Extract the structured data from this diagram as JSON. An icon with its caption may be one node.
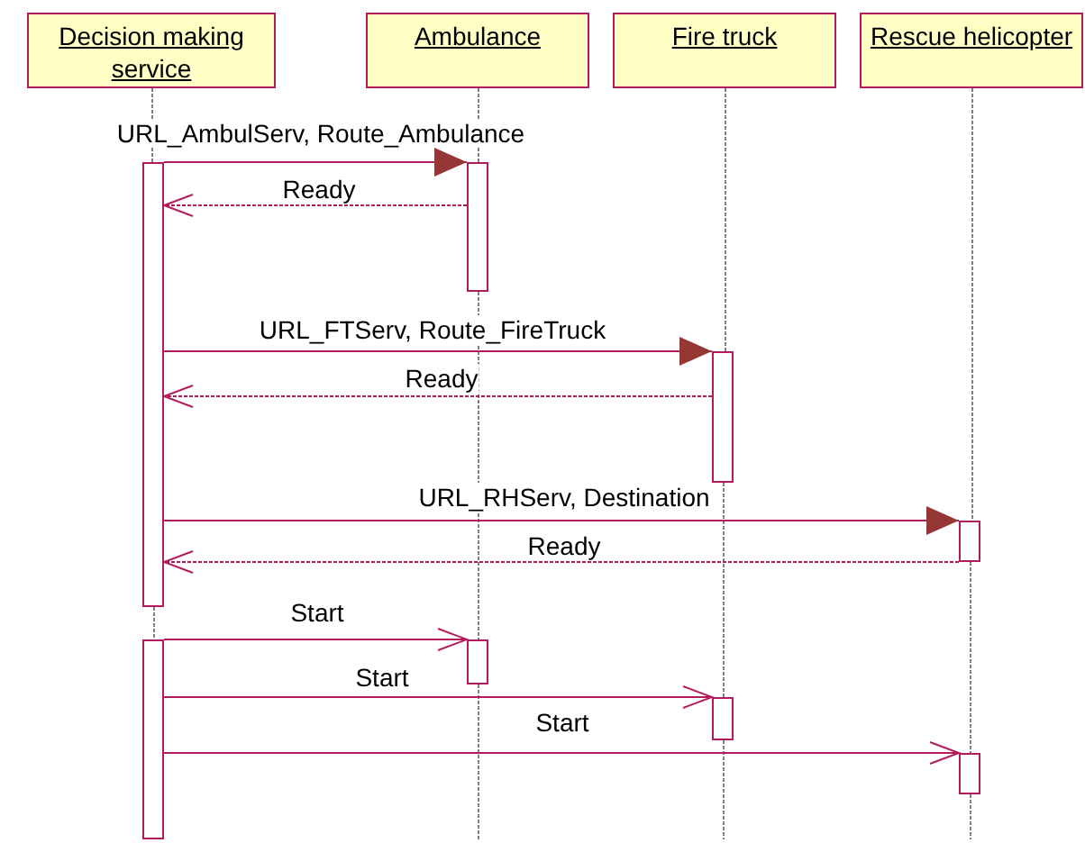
{
  "diagram": {
    "nodes": [
      {
        "text": [
          "Decision making service"
        ]
      },
      {
        "text": [
          "Ambulance"
        ]
      },
      {
        "text": [
          "Fire truck"
        ]
      },
      {
        "text": [
          "Rescue helicopter"
        ]
      },
      {
        "text": [],
        "shape": "bar"
      },
      {
        "text": [],
        "shape": "bar"
      },
      {
        "text": [],
        "shape": "bar"
      },
      {
        "text": [],
        "shape": "bar"
      },
      {
        "text": [],
        "shape": "bar"
      },
      {
        "text": [],
        "shape": "bar"
      },
      {
        "text": [],
        "shape": "bar"
      },
      {
        "text": [],
        "shape": "bar"
      }
    ],
    "edges": [
      {
        "from": 4,
        "to": 5,
        "arrow": "to",
        "color": "#b31b5b",
        "label": "URL_AmbulServ, Route_Ambulance"
      },
      {
        "from": 5,
        "to": 4,
        "arrow": "to",
        "style": "dashed",
        "color": "#b31b5b",
        "label": "Ready"
      },
      {
        "from": 4,
        "to": 6,
        "arrow": "to",
        "color": "#b31b5b",
        "label": "URL_FTServ, Route_FireTruck"
      },
      {
        "from": 6,
        "to": 4,
        "arrow": "to",
        "style": "dashed",
        "color": "#b31b5b",
        "label": "Ready"
      },
      {
        "from": 4,
        "to": 7,
        "arrow": "to",
        "color": "#b31b5b",
        "label": "URL_RHServ, Destination"
      },
      {
        "from": 7,
        "to": 4,
        "arrow": "to",
        "style": "dashed",
        "color": "#b31b5b",
        "label": "Ready"
      },
      {
        "from": 8,
        "to": 9,
        "arrow": "to",
        "color": "#b31b5b",
        "label": "Start"
      },
      {
        "from": 8,
        "to": 10,
        "arrow": "to",
        "color": "#b31b5b",
        "label": "Start"
      },
      {
        "from": 8,
        "to": 11,
        "arrow": "to",
        "color": "#b31b5b",
        "label": "Start"
      },
      {
        "from": 0,
        "to": 4,
        "arrow": "none",
        "style": "dashed"
      },
      {
        "from": 4,
        "to": 8,
        "arrow": "none",
        "style": "dashed"
      },
      {
        "from": 1,
        "to": 5,
        "arrow": "none",
        "style": "dashed"
      },
      {
        "from": 5,
        "to": 9,
        "arrow": "none",
        "style": "dashed"
      },
      {
        "from": 9,
        "to": null,
        "arrow": "none",
        "style": "dashed"
      },
      {
        "from": 2,
        "to": 6,
        "arrow": "none",
        "style": "dashed"
      },
      {
        "from": 6,
        "to": 10,
        "arrow": "none",
        "style": "dashed"
      },
      {
        "from": 10,
        "to": null,
        "arrow": "none",
        "style": "dashed"
      },
      {
        "from": 3,
        "to": 7,
        "arrow": "none",
        "style": "dashed"
      },
      {
        "from": 7,
        "to": 11,
        "arrow": "none",
        "style": "dashed"
      },
      {
        "from": 11,
        "to": null,
        "arrow": "none",
        "style": "dashed"
      }
    ]
  }
}
